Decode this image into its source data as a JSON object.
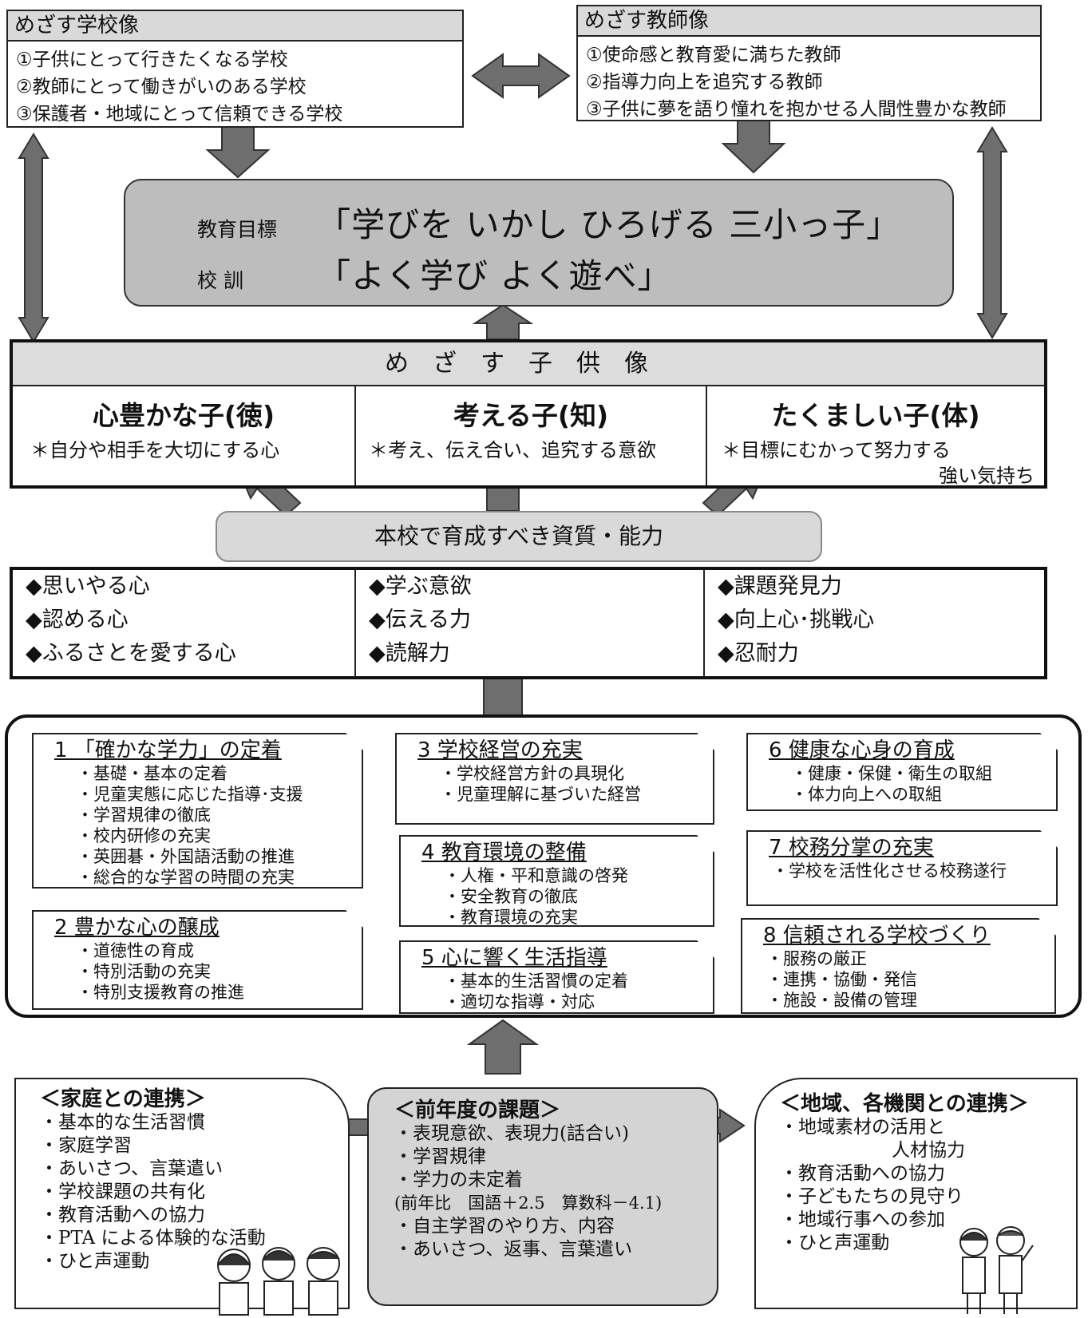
{
  "school_image": {
    "header": "めざす学校像",
    "items": [
      "①子供にとって行きたくなる学校",
      "②教師にとって働きがいのある学校",
      "③保護者・地域にとって信頼できる学校"
    ]
  },
  "teacher_image": {
    "header": "めざす教師像",
    "items": [
      "①使命感と教育愛に満ちた教師",
      "②指導力向上を追究する教師",
      "③子供に夢を語り憧れを抱かせる人間性豊かな教師"
    ]
  },
  "goal": {
    "label1": "教育目標",
    "text1": "「学びを いかし ひろげる 三小っ子」",
    "label2": "校 訓",
    "text2": "「よく学び よく遊べ」"
  },
  "children": {
    "header": "めざす子供像",
    "cols": [
      {
        "title": "心豊かな子(徳)",
        "desc": [
          "＊自分や相手を大切にする心"
        ]
      },
      {
        "title": "考える子(知)",
        "desc": [
          "＊考え、伝え合い、追究する意欲"
        ]
      },
      {
        "title": "たくましい子(体)",
        "desc": [
          "＊目標にむかって努力する",
          "強い気持ち"
        ]
      }
    ]
  },
  "qualities_label": "本校で育成すべき資質・能力",
  "abilities": [
    [
      "◆思いやる心",
      "◆認める心",
      "◆ふるさとを愛する心"
    ],
    [
      "◆学ぶ意欲",
      "◆伝える力",
      "◆読解力"
    ],
    [
      "◆課題発見力",
      "◆向上心･挑戦心",
      "◆忍耐力"
    ]
  ],
  "plans": {
    "p1": {
      "title": "1 「確かな学力」の定着",
      "items": [
        "・基礎・基本の定着",
        "・児童実態に応じた指導･支援",
        "・学習規律の徹底",
        "・校内研修の充実",
        "・英囲碁・外国語活動の推進",
        "・総合的な学習の時間の充実"
      ]
    },
    "p2": {
      "title": "2 豊かな心の醸成",
      "items": [
        "・道徳性の育成",
        "・特別活動の充実",
        "・特別支援教育の推進"
      ]
    },
    "p3": {
      "title": "3 学校経営の充実",
      "items": [
        "・学校経営方針の具現化",
        "・児童理解に基づいた経営"
      ]
    },
    "p4": {
      "title": "4 教育環境の整備",
      "items": [
        "・人権・平和意識の啓発",
        "・安全教育の徹底",
        "・教育環境の充実"
      ]
    },
    "p5": {
      "title": "5 心に響く生活指導",
      "items": [
        "・基本的生活習慣の定着",
        "・適切な指導・対応"
      ]
    },
    "p6": {
      "title": "6 健康な心身の育成",
      "items": [
        "・健康・保健・衛生の取組",
        "・体力向上への取組"
      ]
    },
    "p7": {
      "title": "7 校務分掌の充実",
      "items": [
        "・学校を活性化させる校務遂行"
      ]
    },
    "p8": {
      "title": "8 信頼される学校づくり",
      "items": [
        "・服務の厳正",
        "・連携・協働・発信",
        "・施設・設備の管理"
      ]
    }
  },
  "home": {
    "title": "＜家庭との連携＞",
    "items": [
      "・基本的な生活習慣",
      "・家庭学習",
      "・あいさつ、言葉遣い",
      "・学校課題の共有化",
      "・教育活動への協力",
      "・PTA による体験的な活動",
      "・ひと声運動"
    ]
  },
  "issues": {
    "title": "＜前年度の課題＞",
    "items": [
      "・表現意欲、表現力(話合い)",
      "・学習規律",
      "・学力の未定着",
      "(前年比　国語＋2.5　算数科－4.1)",
      "・自主学習のやり方、内容",
      "・あいさつ、返事、言葉遣い"
    ]
  },
  "community": {
    "title": "＜地域、各機関との連携＞",
    "items": [
      "・地域素材の活用と",
      "人材協力",
      "・教育活動への協力",
      "・子どもたちの見守り",
      "・地域行事への参加",
      "・ひと声運動"
    ]
  },
  "colors": {
    "arrow": "#6e6e6e",
    "panel": "#bdbdbd",
    "shade": "#d9d9d9"
  }
}
